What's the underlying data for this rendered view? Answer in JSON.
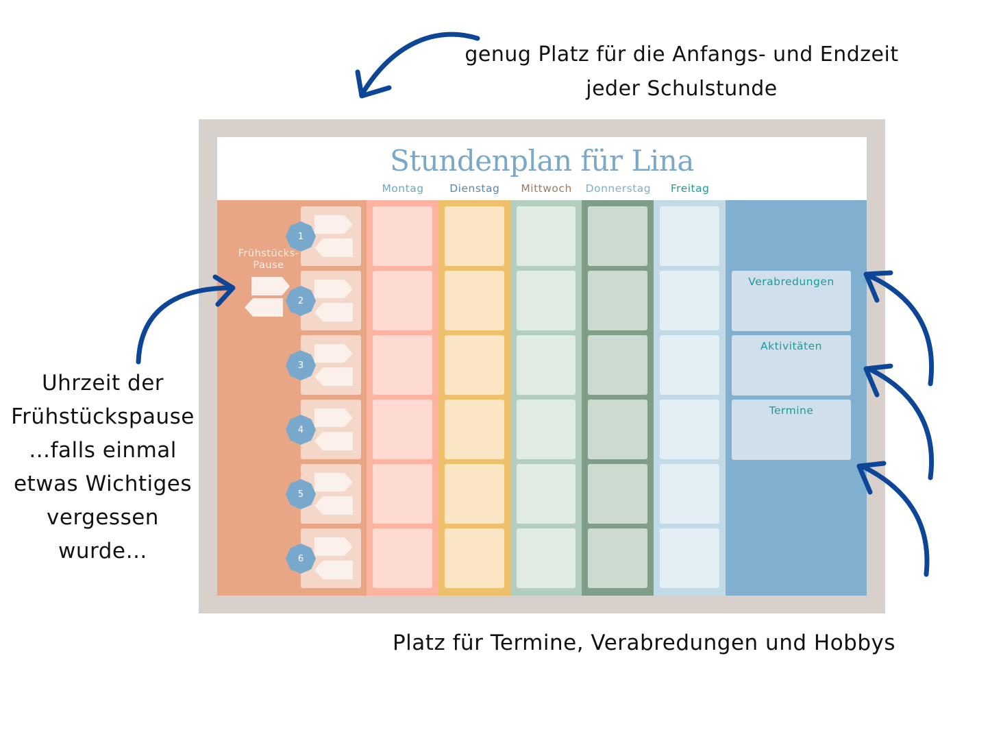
{
  "captions": {
    "top": "genug Platz für die Anfangs- und Endzeit jeder Schulstunde",
    "left": "Uhrzeit der Frühstückspause …falls einmal etwas Wichtiges vergessen wurde…",
    "bottom": "Platz für Termine, Verabredungen und Hobbys"
  },
  "poster": {
    "title": "Stundenplan für Lina",
    "break_label": "Frühstücks-Pause",
    "days": [
      {
        "label": "Montag",
        "label_color": "#6aaabf",
        "column_color": "#fdb3a0",
        "cell_color": "#fedbd2"
      },
      {
        "label": "Dienstag",
        "label_color": "#5b86a6",
        "column_color": "#efc06c",
        "cell_color": "#fae6c4"
      },
      {
        "label": "Mittwoch",
        "label_color": "#9a7a62",
        "column_color": "#b3cdbf",
        "cell_color": "#e0ebe3"
      },
      {
        "label": "Donnerstag",
        "label_color": "#7fb0cf",
        "column_color": "#809e87",
        "cell_color": "#cddad0"
      },
      {
        "label": "Freitag",
        "label_color": "#1a9a9a",
        "column_color": "#c2d9e6",
        "cell_color": "#e4eef5"
      }
    ],
    "periods": [
      "1",
      "2",
      "3",
      "4",
      "5",
      "6"
    ],
    "notes": [
      "Verabredungen",
      "Aktivitäten",
      "Termine"
    ]
  },
  "colors": {
    "arrow": "#0d4696",
    "frame": "#d8d1cb",
    "time_column": "#e9a686",
    "notes_column": "#81afcf"
  }
}
